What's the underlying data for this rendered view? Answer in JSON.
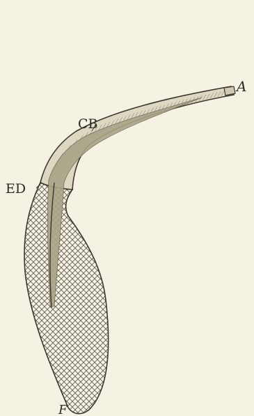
{
  "labels": {
    "a": "A",
    "cb": "CB",
    "ed": "ED",
    "f": "F"
  },
  "colors": {
    "paper": "#f6f2e3",
    "ink": "#3b372f",
    "inner_band": "#a9a387",
    "hatch": "#5a554a"
  }
}
